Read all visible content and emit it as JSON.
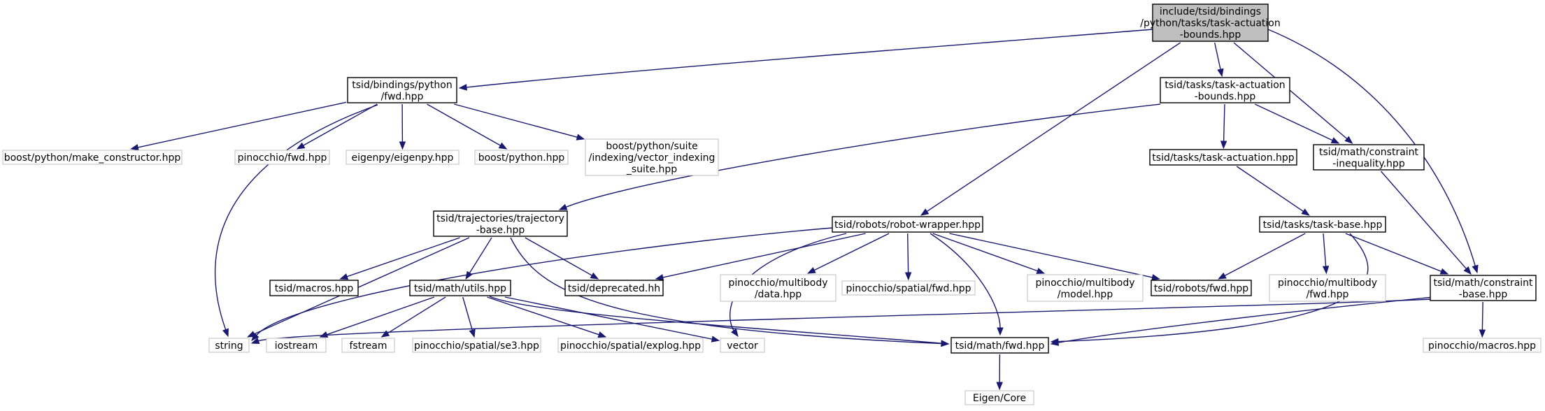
{
  "colors": {
    "edge": "#191970",
    "root_fill": "#bfbfbf",
    "node_border": "#000000",
    "external_border": "#bfbfbf",
    "external_text": "#3f3f3f"
  },
  "nodes": [
    {
      "id": "root",
      "kind": "root",
      "lines": [
        "include/tsid/bindings",
        "/python/tasks/task-actuation",
        "-bounds.hpp"
      ]
    },
    {
      "id": "bind_fwd",
      "kind": "normal",
      "lines": [
        "tsid/bindings/python",
        "/fwd.hpp"
      ]
    },
    {
      "id": "task_act_bounds",
      "kind": "normal",
      "lines": [
        "tsid/tasks/task-actuation",
        "-bounds.hpp"
      ]
    },
    {
      "id": "make_ctor",
      "kind": "external",
      "lines": [
        "boost/python/make_constructor.hpp"
      ]
    },
    {
      "id": "pin_fwd",
      "kind": "external",
      "lines": [
        "pinocchio/fwd.hpp"
      ]
    },
    {
      "id": "eigenpy",
      "kind": "external",
      "lines": [
        "eigenpy/eigenpy.hpp"
      ]
    },
    {
      "id": "boost_python",
      "kind": "external",
      "lines": [
        "boost/python.hpp"
      ]
    },
    {
      "id": "vec_idx",
      "kind": "external",
      "lines": [
        "boost/python/suite",
        "/indexing/vector_indexing",
        "_suite.hpp"
      ]
    },
    {
      "id": "task_act",
      "kind": "normal",
      "lines": [
        "tsid/tasks/task-actuation.hpp"
      ]
    },
    {
      "id": "con_ineq",
      "kind": "normal",
      "lines": [
        "tsid/math/constraint",
        "-inequality.hpp"
      ]
    },
    {
      "id": "traj_base",
      "kind": "normal",
      "lines": [
        "tsid/trajectories/trajectory",
        "-base.hpp"
      ]
    },
    {
      "id": "robot_wrap",
      "kind": "normal",
      "lines": [
        "tsid/robots/robot-wrapper.hpp"
      ]
    },
    {
      "id": "task_base",
      "kind": "normal",
      "lines": [
        "tsid/tasks/task-base.hpp"
      ]
    },
    {
      "id": "macros",
      "kind": "normal",
      "lines": [
        "tsid/macros.hpp"
      ]
    },
    {
      "id": "math_utils",
      "kind": "normal",
      "lines": [
        "tsid/math/utils.hpp"
      ]
    },
    {
      "id": "deprecated",
      "kind": "normal",
      "lines": [
        "tsid/deprecated.hh"
      ]
    },
    {
      "id": "pin_mb_data",
      "kind": "external",
      "lines": [
        "pinocchio/multibody",
        "/data.hpp"
      ]
    },
    {
      "id": "pin_sp_fwd",
      "kind": "external",
      "lines": [
        "pinocchio/spatial/fwd.hpp"
      ]
    },
    {
      "id": "pin_mb_model",
      "kind": "external",
      "lines": [
        "pinocchio/multibody",
        "/model.hpp"
      ]
    },
    {
      "id": "robots_fwd",
      "kind": "normal",
      "lines": [
        "tsid/robots/fwd.hpp"
      ]
    },
    {
      "id": "pin_mb_fwd",
      "kind": "external",
      "lines": [
        "pinocchio/multibody",
        "/fwd.hpp"
      ]
    },
    {
      "id": "con_base",
      "kind": "normal",
      "lines": [
        "tsid/math/constraint",
        "-base.hpp"
      ]
    },
    {
      "id": "string",
      "kind": "external",
      "lines": [
        "string"
      ]
    },
    {
      "id": "iostream",
      "kind": "external",
      "lines": [
        "iostream"
      ]
    },
    {
      "id": "fstream",
      "kind": "external",
      "lines": [
        "fstream"
      ]
    },
    {
      "id": "se3",
      "kind": "external",
      "lines": [
        "pinocchio/spatial/se3.hpp"
      ]
    },
    {
      "id": "explog",
      "kind": "external",
      "lines": [
        "pinocchio/spatial/explog.hpp"
      ]
    },
    {
      "id": "vector",
      "kind": "external",
      "lines": [
        "vector"
      ]
    },
    {
      "id": "math_fwd",
      "kind": "normal",
      "lines": [
        "tsid/math/fwd.hpp"
      ]
    },
    {
      "id": "pin_macros",
      "kind": "external",
      "lines": [
        "pinocchio/macros.hpp"
      ]
    },
    {
      "id": "eigen_core",
      "kind": "external",
      "lines": [
        "Eigen/Core"
      ]
    }
  ],
  "edges": [
    [
      "root",
      "bind_fwd"
    ],
    [
      "root",
      "task_act_bounds"
    ],
    [
      "root",
      "con_ineq"
    ],
    [
      "root",
      "robot_wrap"
    ],
    [
      "root",
      "con_base"
    ],
    [
      "bind_fwd",
      "make_ctor"
    ],
    [
      "bind_fwd",
      "pin_fwd"
    ],
    [
      "bind_fwd",
      "eigenpy"
    ],
    [
      "bind_fwd",
      "boost_python"
    ],
    [
      "bind_fwd",
      "vec_idx"
    ],
    [
      "bind_fwd",
      "string"
    ],
    [
      "task_act_bounds",
      "task_act"
    ],
    [
      "task_act_bounds",
      "con_ineq"
    ],
    [
      "task_act_bounds",
      "traj_base"
    ],
    [
      "task_act",
      "task_base"
    ],
    [
      "con_ineq",
      "con_base"
    ],
    [
      "traj_base",
      "string"
    ],
    [
      "traj_base",
      "macros"
    ],
    [
      "traj_base",
      "math_utils"
    ],
    [
      "traj_base",
      "deprecated"
    ],
    [
      "traj_base",
      "math_fwd"
    ],
    [
      "robot_wrap",
      "string"
    ],
    [
      "robot_wrap",
      "deprecated"
    ],
    [
      "robot_wrap",
      "pin_mb_data"
    ],
    [
      "robot_wrap",
      "pin_sp_fwd"
    ],
    [
      "robot_wrap",
      "pin_mb_model"
    ],
    [
      "robot_wrap",
      "robots_fwd"
    ],
    [
      "robot_wrap",
      "math_fwd"
    ],
    [
      "robot_wrap",
      "vector"
    ],
    [
      "task_base",
      "robots_fwd"
    ],
    [
      "task_base",
      "pin_mb_fwd"
    ],
    [
      "task_base",
      "con_base"
    ],
    [
      "task_base",
      "math_fwd"
    ],
    [
      "math_utils",
      "iostream"
    ],
    [
      "math_utils",
      "fstream"
    ],
    [
      "math_utils",
      "se3"
    ],
    [
      "math_utils",
      "explog"
    ],
    [
      "math_utils",
      "vector"
    ],
    [
      "math_utils",
      "math_fwd"
    ],
    [
      "con_base",
      "string"
    ],
    [
      "con_base",
      "math_fwd"
    ],
    [
      "con_base",
      "pin_macros"
    ],
    [
      "math_fwd",
      "eigen_core"
    ]
  ]
}
